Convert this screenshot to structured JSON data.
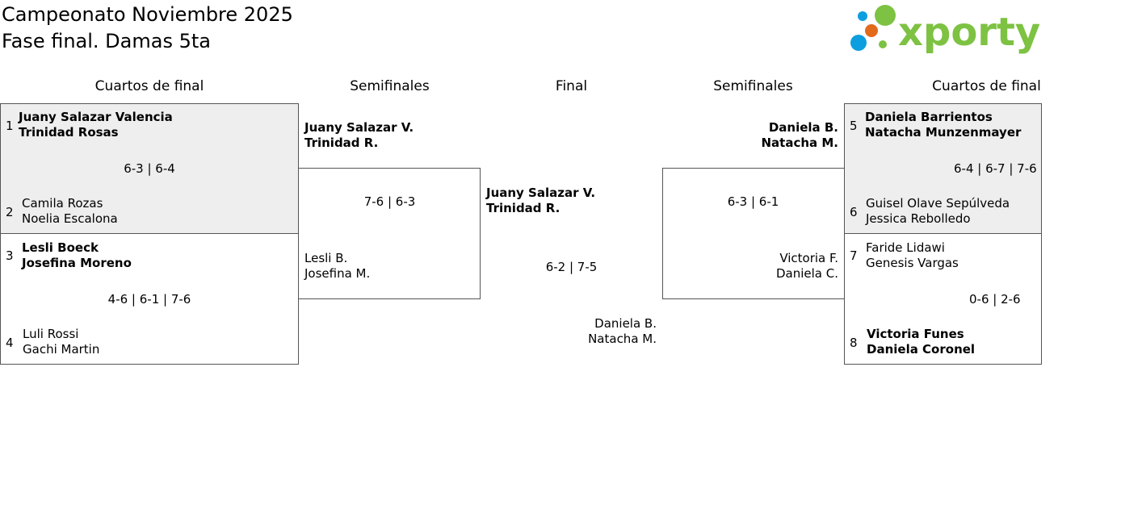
{
  "header": {
    "title_line1": "Campeonato Noviembre 2025",
    "title_line2": "Fase final. Damas 5ta",
    "logo_text": "xporty",
    "logo_colors": [
      "#0d9ee0",
      "#7dc242",
      "#e26a1b"
    ]
  },
  "columns": {
    "left_quarters": "Cuartos de final",
    "left_semis": "Semifinales",
    "final": "Final",
    "right_semis": "Semifinales",
    "right_quarters": "Cuartos de final"
  },
  "left_quarters": [
    {
      "top": {
        "seed": "1",
        "p1": "Juany Salazar Valencia",
        "p2": "Trinidad Rosas"
      },
      "score": "6-3 | 6-4",
      "bottom": {
        "seed": "2",
        "p1": "Camila Rozas",
        "p2": "Noelia Escalona"
      }
    },
    {
      "top": {
        "seed": "3",
        "p1": "Lesli Boeck",
        "p2": "Josefina Moreno"
      },
      "score": "4-6 | 6-1 | 7-6",
      "bottom": {
        "seed": "4",
        "p1": "Luli Rossi",
        "p2": "Gachi Martin"
      }
    }
  ],
  "left_semi": {
    "top": {
      "p1": "Juany Salazar V.",
      "p2": "Trinidad R."
    },
    "score": "7-6 | 6-3",
    "bottom": {
      "p1": "Lesli B.",
      "p2": "Josefina M."
    }
  },
  "final": {
    "top": {
      "p1": "Juany Salazar V.",
      "p2": "Trinidad R."
    },
    "score": "6-2 | 7-5",
    "bottom": {
      "p1": "Daniela B.",
      "p2": "Natacha M."
    }
  },
  "right_semi": {
    "top": {
      "p1": "Daniela B.",
      "p2": "Natacha M."
    },
    "score": "6-3 | 6-1",
    "bottom": {
      "p1": "Victoria F.",
      "p2": "Daniela C."
    }
  },
  "right_quarters": [
    {
      "top": {
        "seed": "5",
        "p1": "Daniela Barrientos",
        "p2": "Natacha Munzenmayer"
      },
      "score": "6-4 | 6-7 | 7-6",
      "bottom": {
        "seed": "6",
        "p1": "Guisel Olave Sepúlveda",
        "p2": "Jessica Rebolledo"
      }
    },
    {
      "top": {
        "seed": "7",
        "p1": "Faride Lidawi",
        "p2": "Genesis Vargas"
      },
      "score": "0-6 | 2-6",
      "bottom": {
        "seed": "8",
        "p1": "Victoria Funes",
        "p2": "Daniela Coronel"
      }
    }
  ]
}
